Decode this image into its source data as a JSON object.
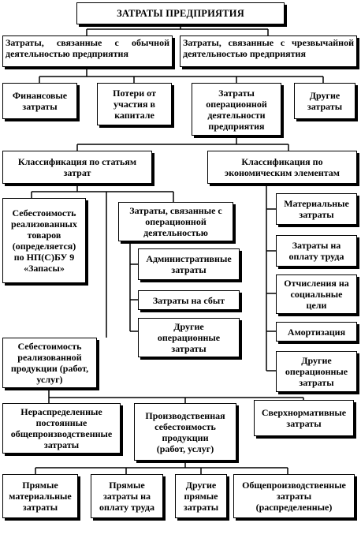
{
  "diagram": {
    "title": "ЗАТРАТЫ ПРЕДПРИЯТИЯ",
    "nodes": {
      "ordinary": "Затраты, связанные с обычной деятельностью предприятия",
      "extraordinary": "Затраты, связанные с чрезвычайной деятельностью предприятия",
      "financial": "Финансовые\nзатраты",
      "capital_loss": "Потери от\nучастия в\nкапитале",
      "operational": "Затраты\nоперационной\nдеятельности\nпредприятия",
      "other": "Другие\nзатраты",
      "by_items": "Классификация по статьям\nзатрат",
      "by_elements": "Классификация по\nэкономическим элементам",
      "cost_of_goods": "Себестоимость\nреализованных\nтоваров\n(определяется)\nпо НП(С)БУ 9\n«Запасы»",
      "operating_costs": "Затраты, связанные с\nоперационной\nдеятельностью",
      "admin": "Административные\nзатраты",
      "selling": "Затраты на сбыт",
      "other_operating": "Другие\nоперационные\nзатраты",
      "material": "Материальные\nзатраты",
      "labor": "Затраты на\nоплату труда",
      "social": "Отчисления на\nсоциальные\nцели",
      "amortization": "Амортизация",
      "other_operating_el": "Другие\nоперационные\nзатраты",
      "cost_of_products": "Себестоимость\nреализованной\nпродукции (работ,\nуслуг)",
      "unallocated": "Нераспределенные\nпостоянные\nобщепроизводственные\nзатраты",
      "production_cost": "Производственная\nсебестоимость\nпродукции\n(работ, услуг)",
      "above_norm": "Сверхнормативные\nзатраты",
      "direct_material": "Прямые\nматериальные\nзатраты",
      "direct_labor": "Прямые\nзатраты на\nоплату труда",
      "other_direct": "Другие\nпрямые\nзатраты",
      "overhead_allocated": "Общепроизводственные\nзатраты\n(распределенные)"
    }
  }
}
